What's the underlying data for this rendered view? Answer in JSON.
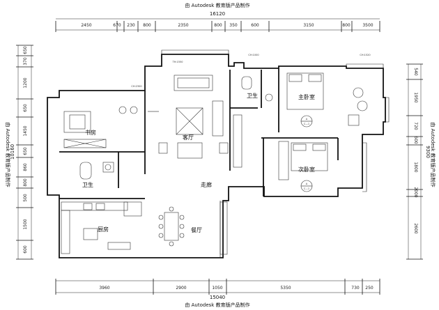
{
  "watermark": {
    "top": "由 Autodesk 教育版产品制作",
    "bottom": "由 Autodesk 教育版产品制作",
    "left": "由 Autodesk 教育版产品制作",
    "right": "由 Autodesk 教育版产品制作"
  },
  "top_total": "16120",
  "bottom_total": "15040",
  "left_total": "10160",
  "right_total": "9300",
  "top_dims": [
    "2450",
    "670",
    "230",
    "800",
    "2350",
    "800",
    "350",
    "600",
    "3150",
    "800",
    "3500"
  ],
  "bottom_dims": [
    "3960",
    "2900",
    "1050",
    "5350",
    "730",
    "250"
  ],
  "left_dims": [
    "650",
    "370",
    "1200",
    "650",
    "1450",
    "650",
    "860",
    "800",
    "500",
    "1500",
    "600"
  ],
  "right_dims": [
    "540",
    "1950",
    "720",
    "600",
    "1800",
    "2000",
    "2600"
  ],
  "rooms": {
    "study": "书房",
    "living": "客厅",
    "bath_upper": "卫生",
    "master": "主卧室",
    "second": "次卧室",
    "corridor": "走廊",
    "bath_lower": "卫生",
    "kitchen": "厨房",
    "dining": "餐厅"
  },
  "markers": {
    "master_top": "A",
    "master_bottom": "C—1",
    "second_top": "A",
    "second_bottom": "C—1"
  },
  "notes": {
    "n1": "CH:2300",
    "n2": "TH:1550",
    "n3": "CH:1000",
    "n4": "CH:1520"
  }
}
